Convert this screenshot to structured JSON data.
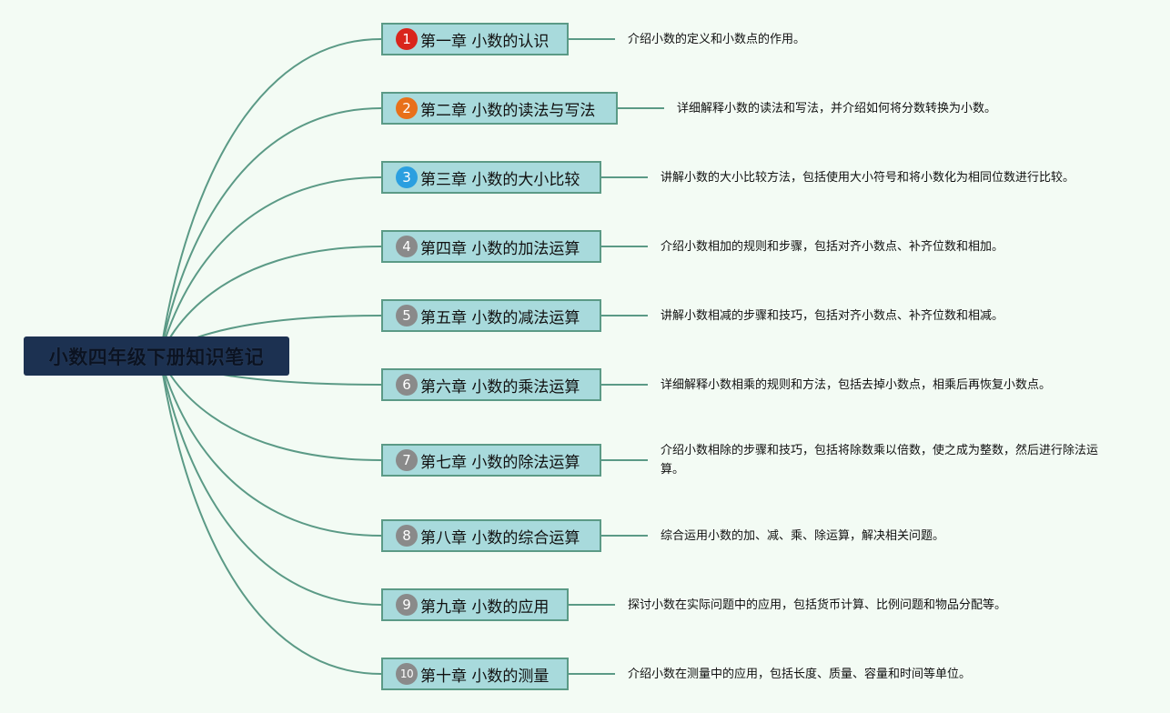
{
  "root": {
    "title": "小数四年级下册知识笔记"
  },
  "colors": {
    "background": "#f3fbf4",
    "root_fill": "#1c3151",
    "node_fill": "#a8dadc",
    "node_border": "#5b9a86",
    "connector": "#5b9a86",
    "badge_red": "#d9251c",
    "badge_orange": "#e8701a",
    "badge_blue": "#2b9fe0",
    "badge_gray": "#8a8a8a"
  },
  "chapters": [
    {
      "number": "1",
      "badge_color": "#d9251c",
      "title": "第一章 小数的认识",
      "description": "介绍小数的定义和小数点的作用。"
    },
    {
      "number": "2",
      "badge_color": "#e8701a",
      "title": "第二章 小数的读法与写法",
      "description": "详细解释小数的读法和写法，并介绍如何将分数转换为小数。"
    },
    {
      "number": "3",
      "badge_color": "#2b9fe0",
      "title": "第三章 小数的大小比较",
      "description": "讲解小数的大小比较方法，包括使用大小符号和将小数化为相同位数进行比较。"
    },
    {
      "number": "4",
      "badge_color": "#8a8a8a",
      "title": "第四章 小数的加法运算",
      "description": "介绍小数相加的规则和步骤，包括对齐小数点、补齐位数和相加。"
    },
    {
      "number": "5",
      "badge_color": "#8a8a8a",
      "title": "第五章 小数的减法运算",
      "description": "讲解小数相减的步骤和技巧，包括对齐小数点、补齐位数和相减。"
    },
    {
      "number": "6",
      "badge_color": "#8a8a8a",
      "title": "第六章 小数的乘法运算",
      "description": "详细解释小数相乘的规则和方法，包括去掉小数点，相乘后再恢复小数点。"
    },
    {
      "number": "7",
      "badge_color": "#8a8a8a",
      "title": "第七章 小数的除法运算",
      "description": "介绍小数相除的步骤和技巧，包括将除数乘以倍数，使之成为整数，然后进行除法运算。"
    },
    {
      "number": "8",
      "badge_color": "#8a8a8a",
      "title": "第八章 小数的综合运算",
      "description": "综合运用小数的加、减、乘、除运算，解决相关问题。"
    },
    {
      "number": "9",
      "badge_color": "#8a8a8a",
      "title": "第九章 小数的应用",
      "description": "探讨小数在实际问题中的应用，包括货币计算、比例问题和物品分配等。"
    },
    {
      "number": "10",
      "badge_color": "#8a8a8a",
      "title": "第十章 小数的测量",
      "description": "介绍小数在测量中的应用，包括长度、质量、容量和时间等单位。"
    }
  ]
}
